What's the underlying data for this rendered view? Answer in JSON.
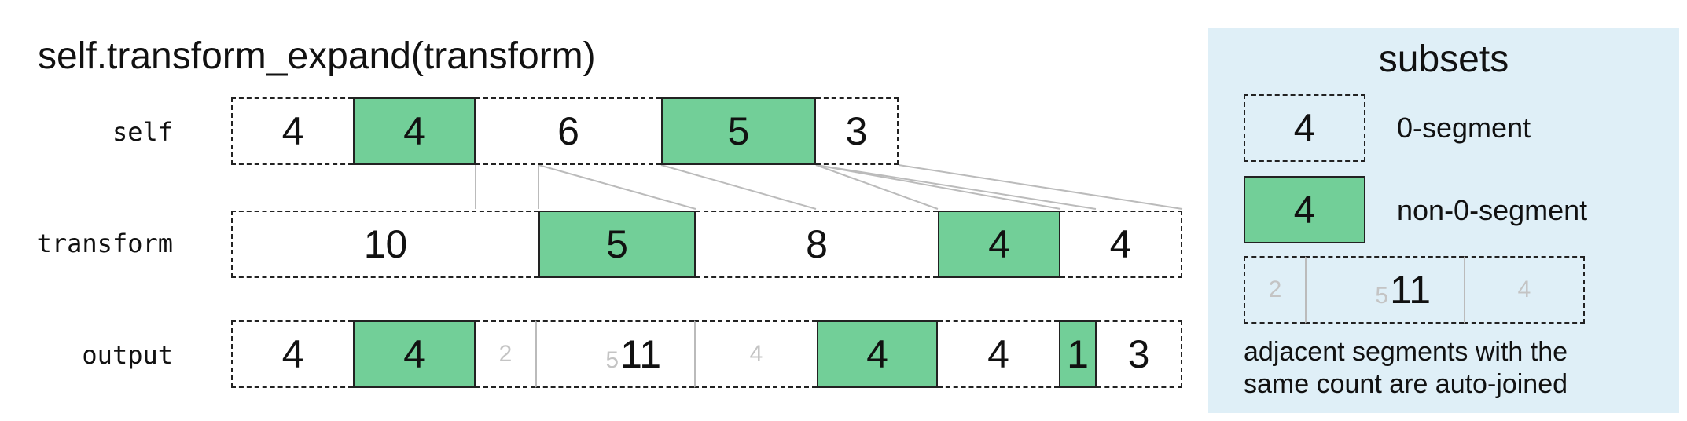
{
  "title": "self.transform_expand(transform)",
  "rows": {
    "self": {
      "label": "self",
      "cells": [
        {
          "value": "4",
          "kind": "zero"
        },
        {
          "value": "4",
          "kind": "nonzero"
        },
        {
          "value": "6",
          "kind": "zero"
        },
        {
          "value": "5",
          "kind": "nonzero"
        },
        {
          "value": "3",
          "kind": "zero"
        }
      ]
    },
    "transform": {
      "label": "transform",
      "cells": [
        {
          "value": "10",
          "kind": "zero"
        },
        {
          "value": "5",
          "kind": "nonzero"
        },
        {
          "value": "8",
          "kind": "zero"
        },
        {
          "value": "4",
          "kind": "nonzero"
        },
        {
          "value": "4",
          "kind": "zero"
        }
      ]
    },
    "output": {
      "label": "output",
      "cells": [
        {
          "value": "4",
          "kind": "zero"
        },
        {
          "value": "4",
          "kind": "nonzero"
        },
        {
          "value": "2",
          "kind": "subset"
        },
        {
          "value": "11",
          "sub": "5",
          "kind": "subset"
        },
        {
          "value": "4",
          "kind": "subset"
        },
        {
          "value": "4",
          "kind": "nonzero"
        },
        {
          "value": "4",
          "kind": "zero"
        },
        {
          "value": "1",
          "kind": "nonzero"
        },
        {
          "value": "3",
          "kind": "zero"
        }
      ]
    }
  },
  "legend": {
    "title": "subsets",
    "zero_value": "4",
    "zero_label": "0-segment",
    "nonzero_value": "4",
    "nonzero_label": "non-0-segment",
    "joined": {
      "left": "2",
      "mid_sub": "5",
      "mid": "11",
      "right": "4"
    },
    "note_line1": "adjacent segments with the",
    "note_line2": "same count are auto-joined"
  },
  "colors": {
    "nonzero": "#72cf98",
    "panel": "#dfeff7",
    "connector": "#bbbbbb"
  }
}
